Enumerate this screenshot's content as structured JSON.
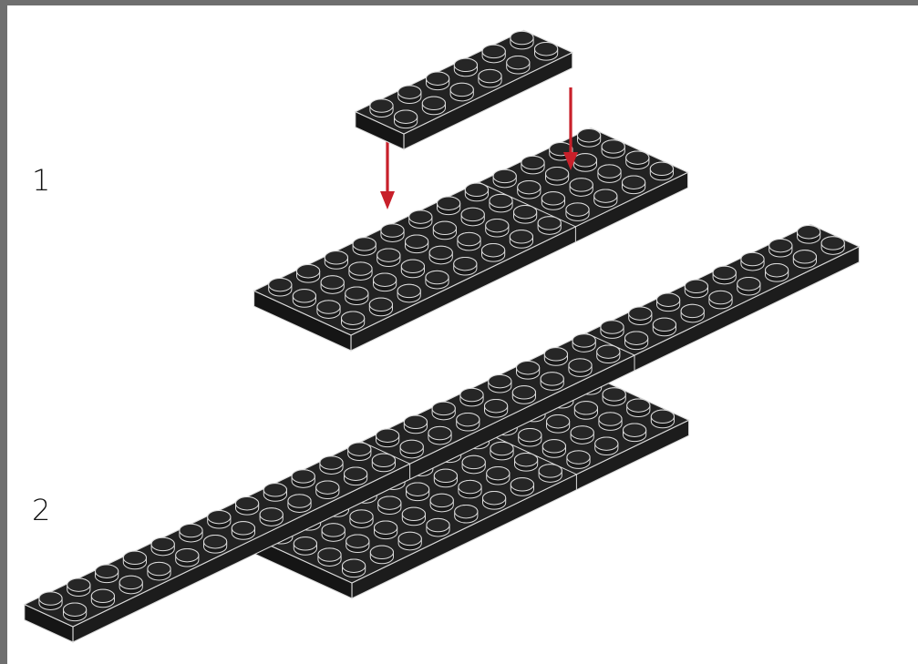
{
  "steps": [
    {
      "number": "1",
      "parts": [
        {
          "part": "plate",
          "color": "#1c1c1c",
          "studs_wide": 2,
          "studs_long": 6
        },
        {
          "part": "plate",
          "color": "#1c1c1c",
          "studs_wide": 4,
          "studs_long": 12
        }
      ],
      "arrows": {
        "count": 2,
        "color": "#c8202a"
      }
    },
    {
      "number": "2",
      "parts": [
        {
          "part": "plate",
          "color": "#1c1c1c",
          "studs_wide": 2,
          "studs_long": 28
        },
        {
          "part": "plate",
          "color": "#1c1c1c",
          "studs_wide": 4,
          "studs_long": 12
        }
      ]
    }
  ],
  "colors": {
    "brick": "#1c1c1c",
    "brick_top": "#222222",
    "brick_edge": "#dcdcdc",
    "arrow": "#c8202a",
    "frame": "#6f6f6f",
    "background": "#ffffff"
  }
}
